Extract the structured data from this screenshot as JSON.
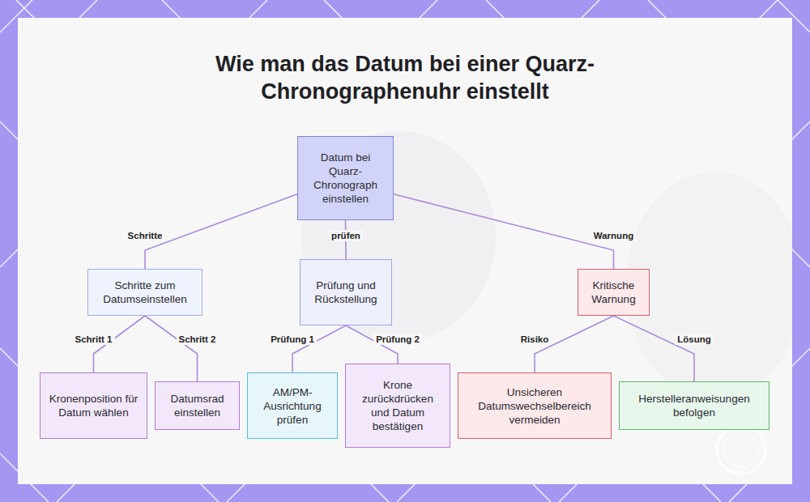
{
  "diagram": {
    "title": "Wie man das Datum bei einer Quarz-Chronographenuhr einstellt",
    "nodes": [
      {
        "text": [
          "Datum bei Quarz-Chronograph einstellen"
        ]
      },
      {
        "text": [
          "Schritte zum Datumseinstellen"
        ]
      },
      {
        "text": [
          "Prüfung und Rückstellung"
        ]
      },
      {
        "text": [
          "Kritische Warnung"
        ]
      },
      {
        "text": [
          "Kronenposition für Datum wählen"
        ]
      },
      {
        "text": [
          "Datumsrad einstellen"
        ]
      },
      {
        "text": [
          "AM/PM-Ausrichtung prüfen"
        ]
      },
      {
        "text": [
          "Krone zurückdrücken und Datum bestätigen"
        ]
      },
      {
        "text": [
          "Unsicheren Datumswechselbereich vermeiden"
        ]
      },
      {
        "text": [
          "Herstelleranweisungen befolgen"
        ]
      }
    ],
    "edges": [
      {
        "from": 0,
        "to": 1,
        "label": "Schritte",
        "arrow": "none"
      },
      {
        "from": 0,
        "to": 2,
        "label": "prüfen",
        "arrow": "none"
      },
      {
        "from": 0,
        "to": 3,
        "label": "Warnung",
        "arrow": "none"
      },
      {
        "from": 1,
        "to": 4,
        "label": "Schritt 1",
        "arrow": "none"
      },
      {
        "from": 1,
        "to": 5,
        "label": "Schritt 2",
        "arrow": "none"
      },
      {
        "from": 2,
        "to": 6,
        "label": "Prüfung 1",
        "arrow": "none"
      },
      {
        "from": 2,
        "to": 7,
        "label": "Prüfung 2",
        "arrow": "none"
      },
      {
        "from": 3,
        "to": 8,
        "label": "Risiko",
        "arrow": "none"
      },
      {
        "from": 3,
        "to": 9,
        "label": "Lösung",
        "arrow": "none"
      }
    ]
  }
}
